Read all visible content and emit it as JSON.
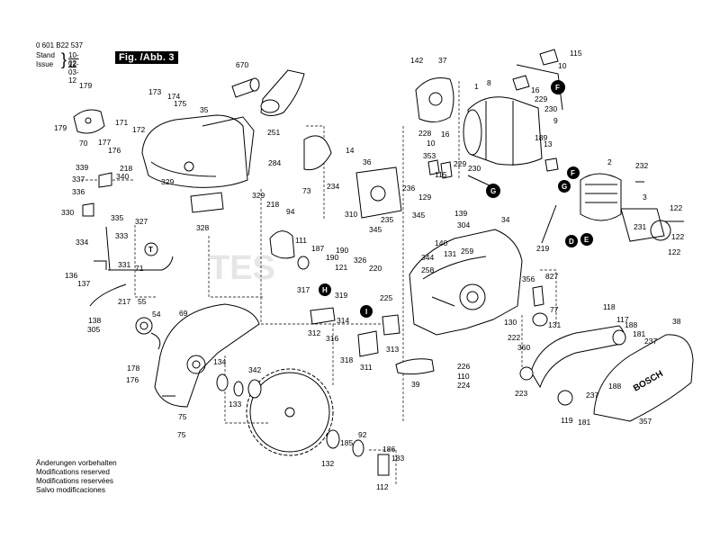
{
  "header": {
    "part_number": "0 601 B22 537",
    "stand_label": "Stand",
    "issue_label": "Issue",
    "stand_value": "10-02",
    "issue_value": "12-03-12",
    "figure": "Fig. /Abb. 3"
  },
  "footer": {
    "lines": [
      "Änderungen vorbehalten",
      "Modifications reserved",
      "Modifications reservées",
      "Salvo modificaciones"
    ]
  },
  "callouts": [
    {
      "id": "F1",
      "label": "F"
    },
    {
      "id": "G1",
      "label": "G"
    },
    {
      "id": "F2",
      "label": "F"
    },
    {
      "id": "G2",
      "label": "G"
    },
    {
      "id": "D",
      "label": "D"
    },
    {
      "id": "E",
      "label": "E"
    },
    {
      "id": "H",
      "label": "H"
    },
    {
      "id": "I",
      "label": "I"
    },
    {
      "id": "T",
      "label": "T"
    }
  ],
  "parts": [
    {
      "n": "670"
    },
    {
      "n": "35"
    },
    {
      "n": "251"
    },
    {
      "n": "284"
    },
    {
      "n": "173"
    },
    {
      "n": "174"
    },
    {
      "n": "175"
    },
    {
      "n": "179"
    },
    {
      "n": "179"
    },
    {
      "n": "70"
    },
    {
      "n": "171"
    },
    {
      "n": "177"
    },
    {
      "n": "172"
    },
    {
      "n": "176"
    },
    {
      "n": "339"
    },
    {
      "n": "218"
    },
    {
      "n": "337"
    },
    {
      "n": "340"
    },
    {
      "n": "336"
    },
    {
      "n": "329"
    },
    {
      "n": "329"
    },
    {
      "n": "330"
    },
    {
      "n": "335"
    },
    {
      "n": "327"
    },
    {
      "n": "328"
    },
    {
      "n": "333"
    },
    {
      "n": "334"
    },
    {
      "n": "71"
    },
    {
      "n": "331"
    },
    {
      "n": "136"
    },
    {
      "n": "137"
    },
    {
      "n": "217"
    },
    {
      "n": "55"
    },
    {
      "n": "54"
    },
    {
      "n": "69"
    },
    {
      "n": "138"
    },
    {
      "n": "305"
    },
    {
      "n": "178"
    },
    {
      "n": "176"
    },
    {
      "n": "134"
    },
    {
      "n": "342"
    },
    {
      "n": "133"
    },
    {
      "n": "75"
    },
    {
      "n": "75"
    },
    {
      "n": "142"
    },
    {
      "n": "37"
    },
    {
      "n": "1"
    },
    {
      "n": "8"
    },
    {
      "n": "115"
    },
    {
      "n": "10"
    },
    {
      "n": "16"
    },
    {
      "n": "229"
    },
    {
      "n": "230"
    },
    {
      "n": "9"
    },
    {
      "n": "189"
    },
    {
      "n": "13"
    },
    {
      "n": "228"
    },
    {
      "n": "16"
    },
    {
      "n": "10"
    },
    {
      "n": "229"
    },
    {
      "n": "230"
    },
    {
      "n": "14"
    },
    {
      "n": "36"
    },
    {
      "n": "353"
    },
    {
      "n": "115"
    },
    {
      "n": "73"
    },
    {
      "n": "234"
    },
    {
      "n": "310"
    },
    {
      "n": "236"
    },
    {
      "n": "345"
    },
    {
      "n": "235"
    },
    {
      "n": "129"
    },
    {
      "n": "139"
    },
    {
      "n": "345"
    },
    {
      "n": "304"
    },
    {
      "n": "140"
    },
    {
      "n": "34"
    },
    {
      "n": "2"
    },
    {
      "n": "232"
    },
    {
      "n": "3"
    },
    {
      "n": "122"
    },
    {
      "n": "231"
    },
    {
      "n": "122"
    },
    {
      "n": "122"
    },
    {
      "n": "218"
    },
    {
      "n": "94"
    },
    {
      "n": "187"
    },
    {
      "n": "111"
    },
    {
      "n": "190"
    },
    {
      "n": "190"
    },
    {
      "n": "121"
    },
    {
      "n": "326"
    },
    {
      "n": "220"
    },
    {
      "n": "344"
    },
    {
      "n": "131"
    },
    {
      "n": "258"
    },
    {
      "n": "259"
    },
    {
      "n": "219"
    },
    {
      "n": "827"
    },
    {
      "n": "317"
    },
    {
      "n": "319"
    },
    {
      "n": "225"
    },
    {
      "n": "356"
    },
    {
      "n": "77"
    },
    {
      "n": "131"
    },
    {
      "n": "130"
    },
    {
      "n": "222"
    },
    {
      "n": "360"
    },
    {
      "n": "312"
    },
    {
      "n": "314"
    },
    {
      "n": "316"
    },
    {
      "n": "313"
    },
    {
      "n": "318"
    },
    {
      "n": "311"
    },
    {
      "n": "39"
    },
    {
      "n": "226"
    },
    {
      "n": "110"
    },
    {
      "n": "224"
    },
    {
      "n": "223"
    },
    {
      "n": "118"
    },
    {
      "n": "117"
    },
    {
      "n": "188"
    },
    {
      "n": "181"
    },
    {
      "n": "237"
    },
    {
      "n": "38"
    },
    {
      "n": "188"
    },
    {
      "n": "237"
    },
    {
      "n": "119"
    },
    {
      "n": "181"
    },
    {
      "n": "357"
    },
    {
      "n": "185"
    },
    {
      "n": "92"
    },
    {
      "n": "132"
    },
    {
      "n": "186"
    },
    {
      "n": "183"
    },
    {
      "n": "112"
    }
  ],
  "watermark": "TES"
}
